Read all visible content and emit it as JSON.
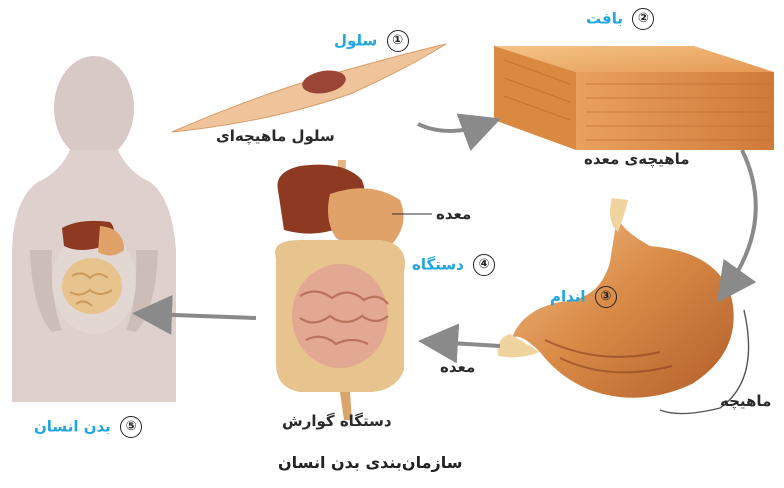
{
  "levels": [
    {
      "number": "①",
      "name": "سلول",
      "caption": "سلول ماهیچه‌ای"
    },
    {
      "number": "②",
      "name": "بافت",
      "caption": "ماهیچه‌ی معده"
    },
    {
      "number": "③",
      "name": "اندام",
      "caption": "معده",
      "side_label": "ماهیچه"
    },
    {
      "number": "④",
      "name": "دستگاه",
      "caption": "دستگاه گوارش",
      "pointer_label": "معده"
    },
    {
      "number": "⑤",
      "name": "بدن انسان"
    }
  ],
  "title": "سازمان‌بندی بدن انسان",
  "colors": {
    "step_label": "#21a6df",
    "arrow": "#8a8a8a",
    "skin": "#d9c9c6",
    "liver": "#8e3a22",
    "stomach": "#e0a268",
    "intestine": "#e7c48d",
    "muscle": "#d98a46"
  }
}
